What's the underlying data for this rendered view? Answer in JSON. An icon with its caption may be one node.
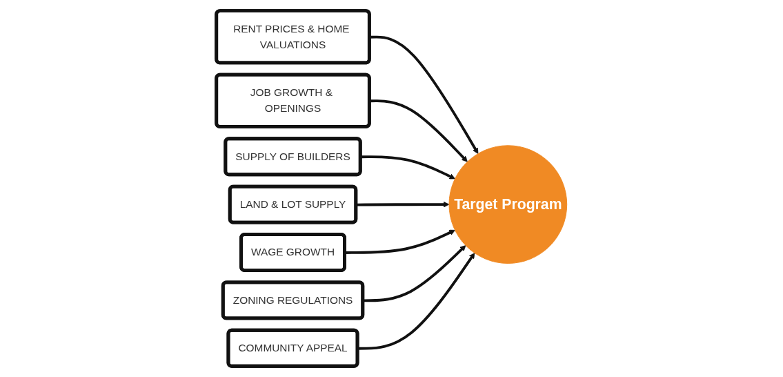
{
  "diagram": {
    "nodes": [
      {
        "text": [
          "Target Program"
        ]
      },
      {
        "text": [
          "RENT PRICES & HOME VALUATIONS"
        ]
      },
      {
        "text": [
          "JOB GROWTH & OPENINGS"
        ]
      },
      {
        "text": [
          "SUPPLY OF BUILDERS"
        ]
      },
      {
        "text": [
          "LAND & LOT SUPPLY"
        ]
      },
      {
        "text": [
          "WAGE GROWTH"
        ]
      },
      {
        "text": [
          "ZONING REGULATIONS"
        ]
      },
      {
        "text": [
          "COMMUNITY APPEAL"
        ]
      }
    ],
    "edges": [
      {
        "from": 1,
        "to": 0,
        "arrow": "to"
      },
      {
        "from": 2,
        "to": 0,
        "arrow": "to"
      },
      {
        "from": 3,
        "to": 0,
        "arrow": "to"
      },
      {
        "from": 4,
        "to": 0,
        "arrow": "to"
      },
      {
        "from": 5,
        "to": 0,
        "arrow": "to"
      },
      {
        "from": 6,
        "to": 0,
        "arrow": "to"
      },
      {
        "from": 7,
        "to": 0,
        "arrow": "to"
      }
    ]
  }
}
